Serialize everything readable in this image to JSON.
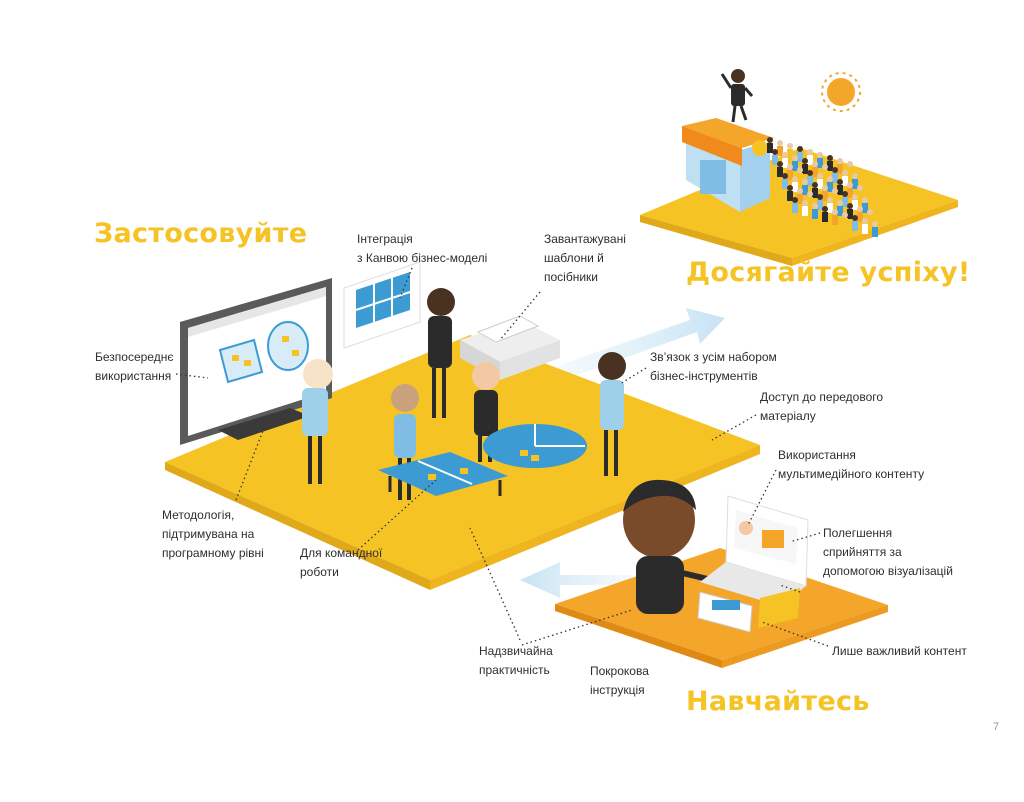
{
  "headings": {
    "apply": "Застосовуйте",
    "succeed": "Досягайте успіху!",
    "learn": "Навчайтесь"
  },
  "labels": {
    "integration": "Інтеграція\nз Канвою бізнес-моделі",
    "downloadable": "Завантажувані\nшаблони й\nпосібники",
    "direct_use": "Безпосереднє\nвикористання",
    "toolkit_link": "Зв’язок з усім набором\nбізнес-інструментів",
    "advanced_access": "Доступ до передового\nматеріалу",
    "multimedia": "Використання\nмультимедійного контенту",
    "visualization": "Полегшення\nсприйняття за\nдопомогою візуалізацій",
    "software_methodology": "Методологія,\nпідтримувана на\nпрограмному рівні",
    "teamwork": "Для командної\nроботи",
    "practical": "Надзвичайна\nпрактичність",
    "step_by_step": "Покрокова\nінструкція",
    "essential_content": "Лише важливий контент"
  },
  "page_number": "7",
  "colors": {
    "yellow": "#f5c324",
    "orange": "#f4a62a",
    "light_blue": "#d8ecf7",
    "blue": "#3d9bd4",
    "dark": "#2b2b2b"
  }
}
